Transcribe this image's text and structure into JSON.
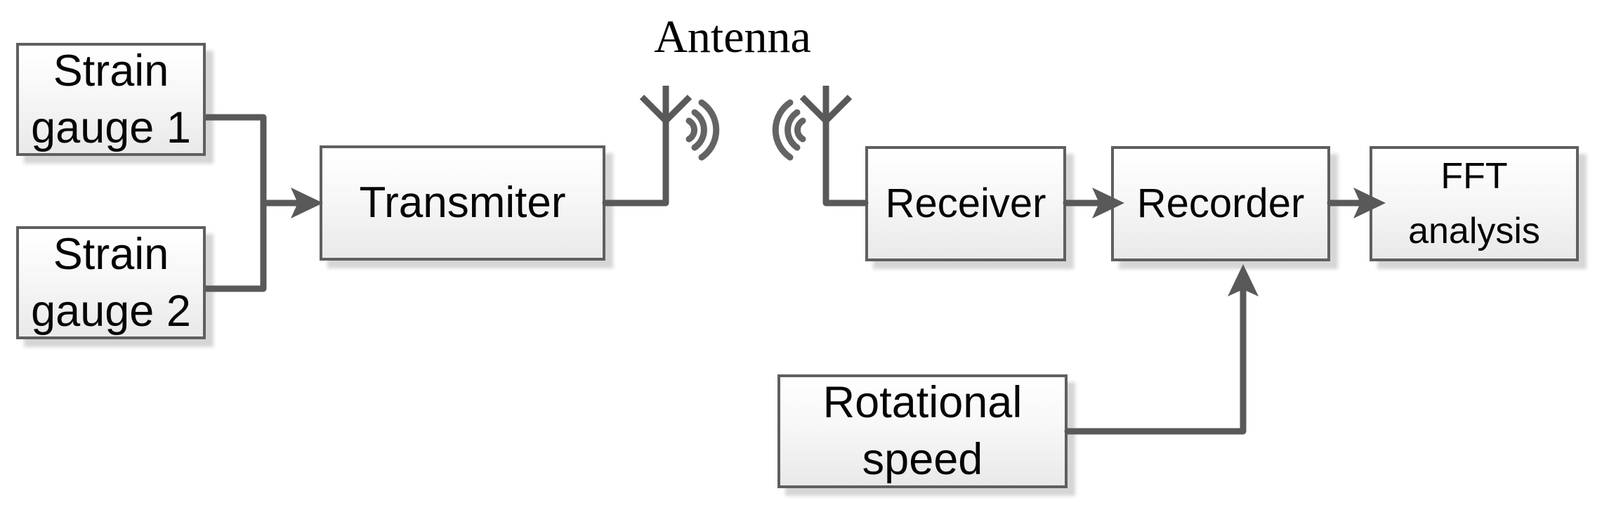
{
  "diagram": {
    "antenna_label": "Antenna",
    "nodes": {
      "strain_gauge_1": {
        "line1": "Strain",
        "line2": "gauge 1"
      },
      "strain_gauge_2": {
        "line1": "Strain",
        "line2": "gauge 2"
      },
      "transmitter": {
        "label": "Transmiter"
      },
      "receiver": {
        "label": "Receiver"
      },
      "recorder": {
        "label": "Recorder"
      },
      "fft_analysis": {
        "line1": "FFT",
        "line2": "analysis"
      },
      "rotational_speed": {
        "line1": "Rotational",
        "line2": "speed"
      }
    },
    "edges": [
      {
        "from": "strain_gauge_1",
        "to": "transmitter"
      },
      {
        "from": "strain_gauge_2",
        "to": "transmitter"
      },
      {
        "from": "transmitter",
        "to": "receiver",
        "via": "antenna (wireless)"
      },
      {
        "from": "receiver",
        "to": "recorder"
      },
      {
        "from": "recorder",
        "to": "fft_analysis"
      },
      {
        "from": "rotational_speed",
        "to": "recorder"
      }
    ],
    "colors": {
      "connector": "#595959",
      "box_border": "#5f5f5f",
      "box_fill_top": "#ffffff",
      "box_fill_bottom": "#e9e9e9",
      "shadow": "#d6d6d6",
      "text": "#050505",
      "background": "#ffffff"
    }
  }
}
